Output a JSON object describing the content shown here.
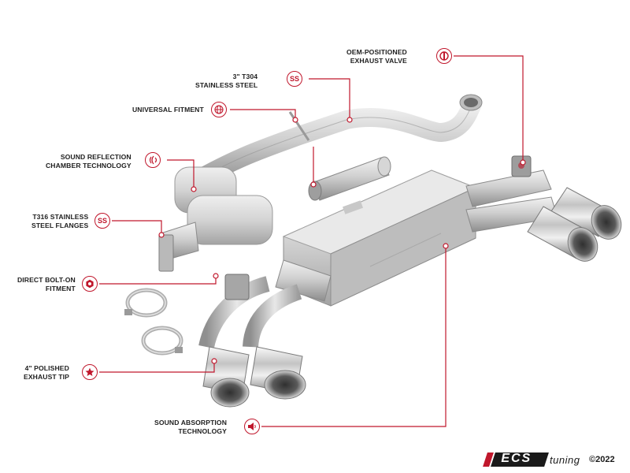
{
  "image": {
    "description_alt": "ECS Tuning stainless steel exhaust system product image"
  },
  "features": [
    {
      "id": "oem-valve",
      "lines": [
        "OEM-POSITIONED",
        "EXHAUST VALVE"
      ],
      "icon": "valve-icon"
    },
    {
      "id": "t304",
      "lines": [
        "3\" T304",
        "STAINLESS STEEL"
      ],
      "icon": "ss-icon",
      "icon_text": "SS"
    },
    {
      "id": "universal",
      "lines": [
        "UNIVERSAL FITMENT"
      ],
      "icon": "globe-icon"
    },
    {
      "id": "sound-reflection",
      "lines": [
        "SOUND REFLECTION",
        "CHAMBER TECHNOLOGY"
      ],
      "icon": "sound-waves-icon"
    },
    {
      "id": "t316",
      "lines": [
        "T316 STAINLESS",
        "STEEL FLANGES"
      ],
      "icon": "ss-icon",
      "icon_text": "SS"
    },
    {
      "id": "bolt-on",
      "lines": [
        "DIRECT BOLT-ON",
        "FITMENT"
      ],
      "icon": "hex-nut-icon"
    },
    {
      "id": "tip",
      "lines": [
        "4\" POLISHED",
        "EXHAUST TIP"
      ],
      "icon": "star-icon"
    },
    {
      "id": "absorption",
      "lines": [
        "SOUND ABSORPTION",
        "TECHNOLOGY"
      ],
      "icon": "speaker-icon"
    }
  ],
  "brand": {
    "logo_text": "ECS",
    "suffix": "tuning",
    "copyright": "©2022"
  },
  "colors": {
    "accent": "#c0172c",
    "text": "#1e1e1e",
    "steel": "#c9c9c9"
  }
}
